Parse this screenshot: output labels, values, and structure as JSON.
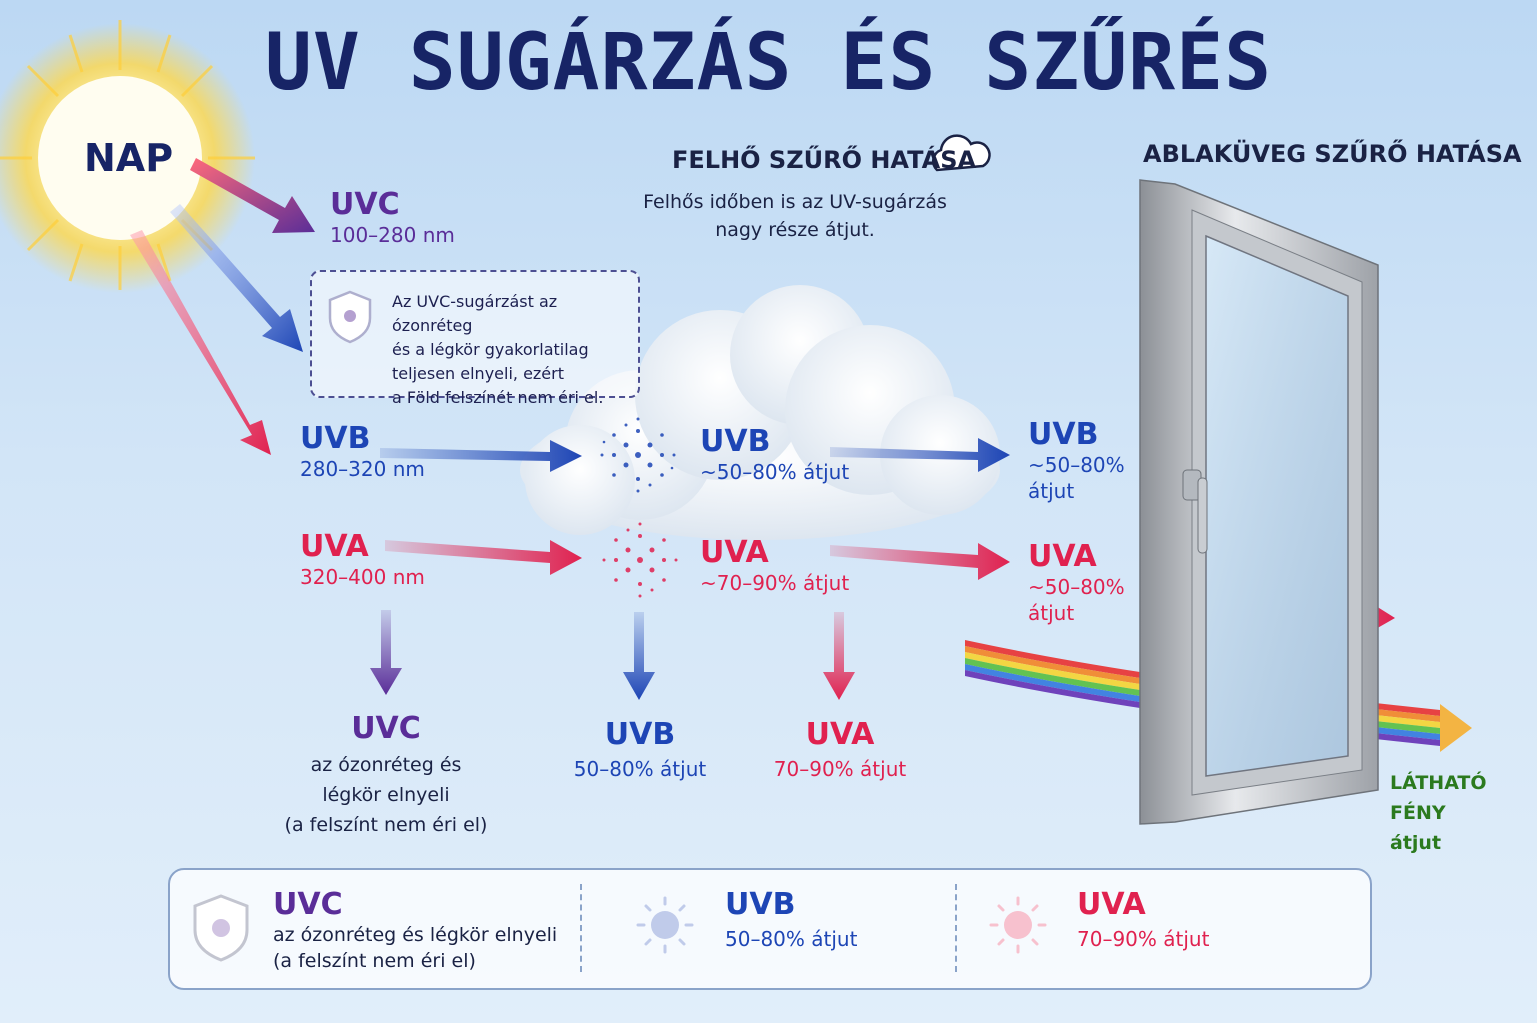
{
  "title": "UV SUGÁRZÁS ÉS SZŰRÉS",
  "sun_label": "NAP",
  "cloud_effect": {
    "heading": "FELHŐ SZŰRŐ HATÁSA",
    "desc_line1": "Felhős időben is az UV-sugárzás",
    "desc_line2": "nagy része átjut."
  },
  "window_effect": {
    "heading": "ABLAKÜVEG SZŰRŐ HATÁSA"
  },
  "uvc_incoming": {
    "name": "UVC",
    "range": "100–280 nm"
  },
  "uvc_note": {
    "line1": "Az UVC-sugárzást az ózonréteg",
    "line2": "és a légkör gyakorlatilag",
    "line3": "teljesen elnyeli, ezért",
    "line4": "a Föld felszínét nem éri el."
  },
  "uvb_incoming": {
    "name": "UVB",
    "range": "280–320 nm"
  },
  "uva_incoming": {
    "name": "UVA",
    "range": "320–400 nm"
  },
  "uvb_cloud": {
    "name": "UVB",
    "value": "~50–80% átjut"
  },
  "uva_cloud": {
    "name": "UVA",
    "value": "~70–90% átjut"
  },
  "uvb_window": {
    "name": "UVB",
    "value_line1": "~50–80%",
    "value_line2": "átjut"
  },
  "uva_window": {
    "name": "UVA",
    "value_line1": "~50–80%",
    "value_line2": "átjut"
  },
  "visible_light": {
    "line1": "LÁTHATÓ FÉNY",
    "line2": "átjut"
  },
  "uvc_ground": {
    "name": "UVC",
    "line1": "az ózonréteg és",
    "line2": "légkör elnyeli",
    "line3": "(a felszínt nem éri el)"
  },
  "uvb_ground": {
    "name": "UVB",
    "value": "50–80% átjut"
  },
  "uva_ground": {
    "name": "UVA",
    "value": "70–90% átjut"
  },
  "legend": {
    "uvc": {
      "name": "UVC",
      "line1": "az ózonréteg és légkör elnyeli",
      "line2": "(a felszínt nem éri el)"
    },
    "uvb": {
      "name": "UVB",
      "value": "50–80% átjut"
    },
    "uva": {
      "name": "UVA",
      "value": "70–90% átjut"
    }
  },
  "colors": {
    "uvc": "#5a2d98",
    "uvb": "#1d45b5",
    "uva": "#e0214f",
    "title": "#172466",
    "visible": "#2b7a1e"
  },
  "icons": [
    "sun",
    "cloud-icon",
    "shield-icon",
    "uvb-sun-icon",
    "uva-sun-icon",
    "window",
    "rainbow-beam"
  ]
}
